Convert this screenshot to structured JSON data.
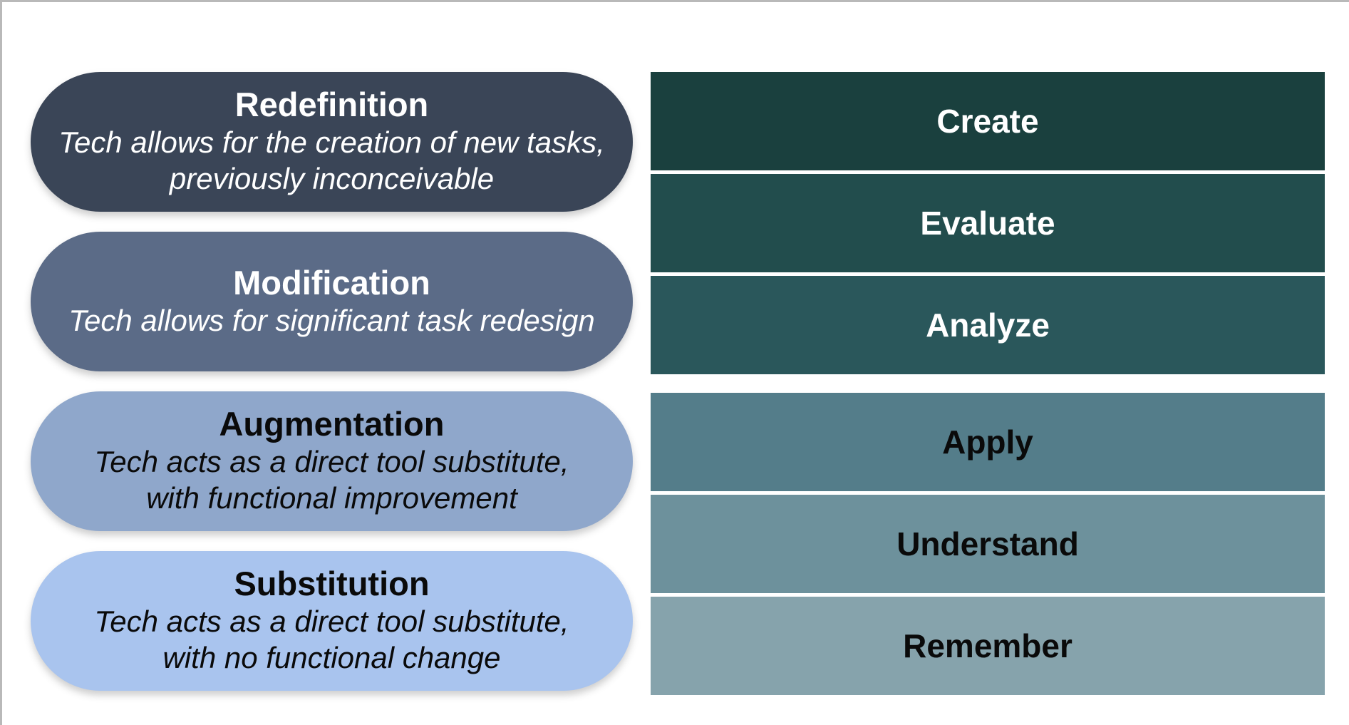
{
  "samr_column": {
    "items": [
      {
        "title": "Redefinition",
        "description_lines": [
          "Tech allows for the creation of new tasks,",
          "previously inconceivable"
        ],
        "bg": "#3a4557",
        "text_color": "#ffffff"
      },
      {
        "title": "Modification",
        "description_lines": [
          "Tech allows for significant task redesign"
        ],
        "bg": "#5b6b87",
        "text_color": "#ffffff"
      },
      {
        "title": "Augmentation",
        "description_lines": [
          "Tech acts as a direct tool substitute,",
          "with functional improvement"
        ],
        "bg": "#8fa7cb",
        "text_color": "#0a0a0a"
      },
      {
        "title": "Substitution",
        "description_lines": [
          "Tech acts as a direct tool substitute,",
          "with no functional change"
        ],
        "bg": "#a9c4ee",
        "text_color": "#0a0a0a"
      }
    ]
  },
  "bloom_column": {
    "upper_group": [
      {
        "label": "Create",
        "bg": "#1a403e",
        "text_color": "#ffffff"
      },
      {
        "label": "Evaluate",
        "bg": "#224d4d",
        "text_color": "#ffffff"
      },
      {
        "label": "Analyze",
        "bg": "#2a575b",
        "text_color": "#ffffff"
      }
    ],
    "lower_group": [
      {
        "label": "Apply",
        "bg": "#547d8a",
        "text_color": "#0a0a0a"
      },
      {
        "label": "Understand",
        "bg": "#6d919c",
        "text_color": "#0a0a0a"
      },
      {
        "label": "Remember",
        "bg": "#86a3ac",
        "text_color": "#0a0a0a"
      }
    ]
  }
}
